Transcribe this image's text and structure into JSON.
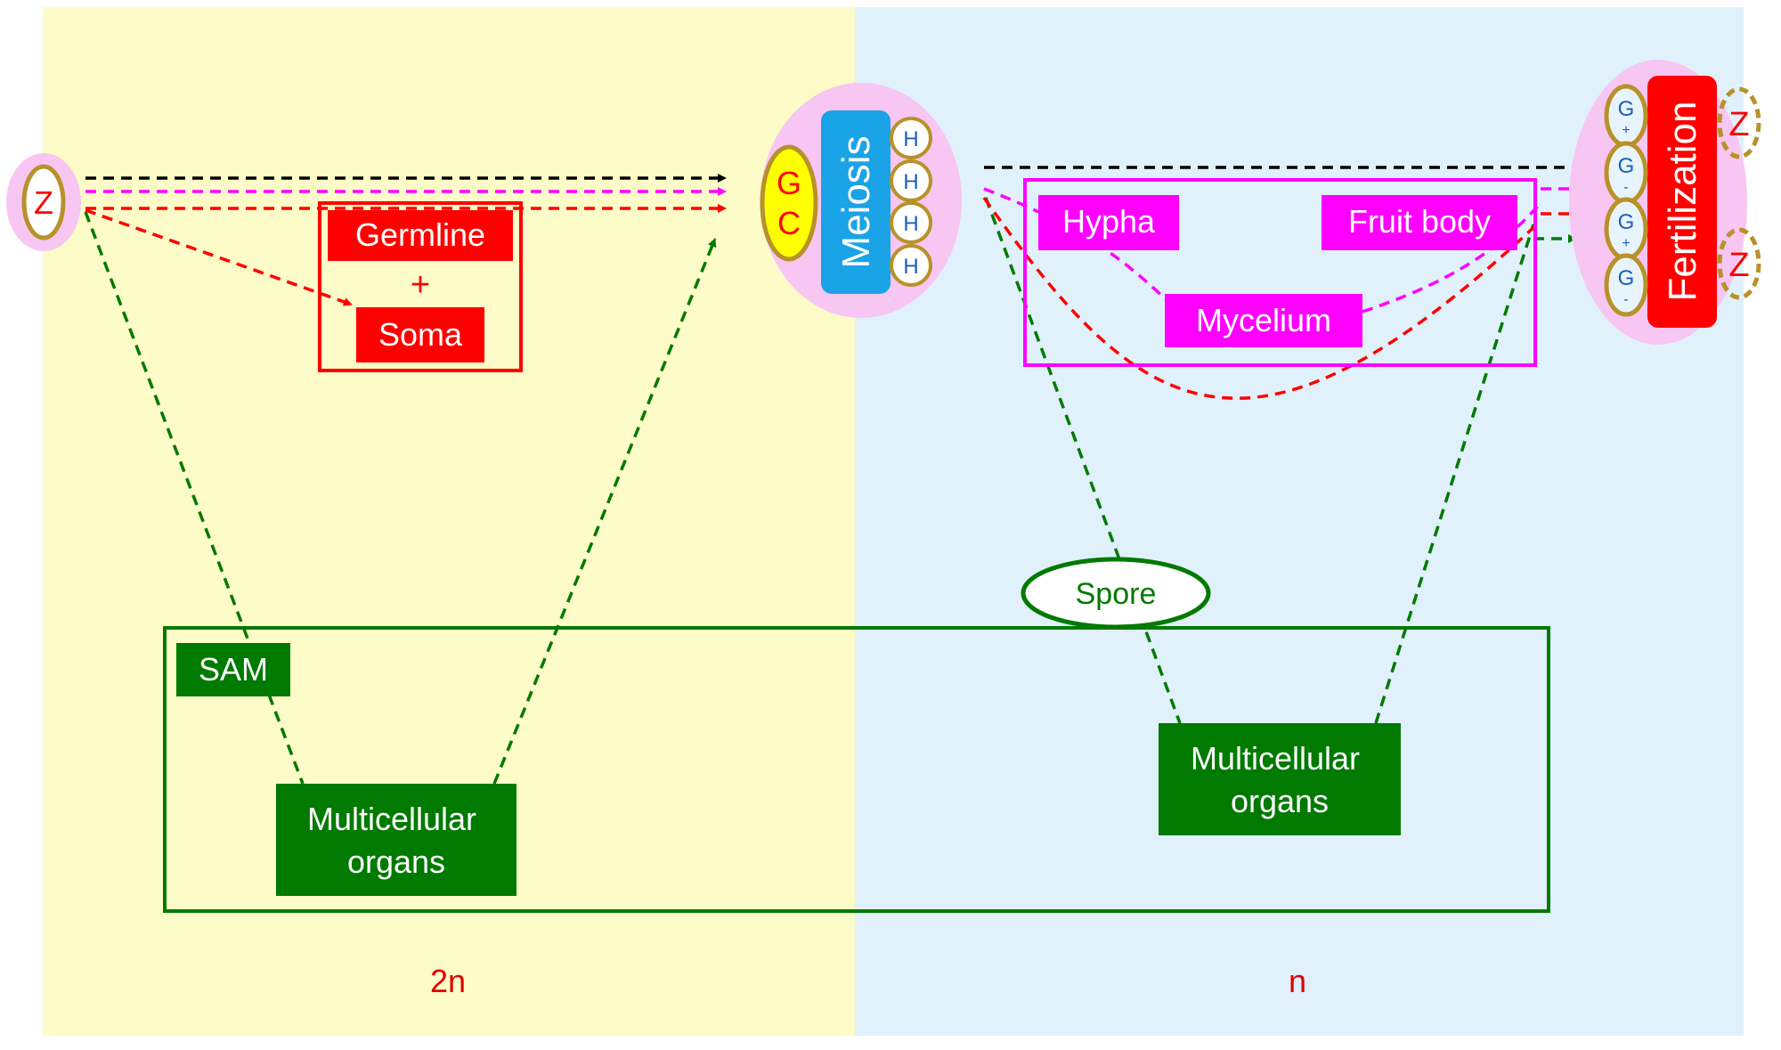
{
  "colors": {
    "diploid_bg": "#fdfbc8",
    "haploid_bg": "#e1f1fc",
    "pink_halo": "#f7c6f3",
    "black": "#000000",
    "magenta": "#ff00ff",
    "red": "#ff0000",
    "green": "#007a00",
    "blue": "#1aa3e6",
    "yellow": "#ffff00",
    "gold_border": "#b8912a",
    "nucleus_fill": "#e8f4fc",
    "white": "#ffffff"
  },
  "zygote": {
    "label": "Z"
  },
  "germline_soma": {
    "germline": "Germline",
    "plus": "+",
    "soma": "Soma"
  },
  "meiosis": {
    "label": "Meiosis",
    "gc_top": "G",
    "gc_bottom": "C",
    "haploid_cells": [
      "H",
      "H",
      "H",
      "H"
    ]
  },
  "fungus": {
    "hypha": "Hypha",
    "fruit_body": "Fruit body",
    "mycelium": "Mycelium"
  },
  "spore": {
    "label": "Spore"
  },
  "plant": {
    "sam": "SAM",
    "organs_left": [
      "Multicellular",
      "organs"
    ],
    "organs_right": [
      "Multicellular",
      "organs"
    ]
  },
  "fertilization": {
    "label": "Fertilization",
    "gametes": [
      {
        "letter": "G",
        "sign": "+"
      },
      {
        "letter": "G",
        "sign": "-"
      },
      {
        "letter": "G",
        "sign": "+"
      },
      {
        "letter": "G",
        "sign": "-"
      }
    ],
    "zygotes": [
      "Z",
      "Z"
    ]
  },
  "ploidy": {
    "left": "2n",
    "right": "n"
  }
}
